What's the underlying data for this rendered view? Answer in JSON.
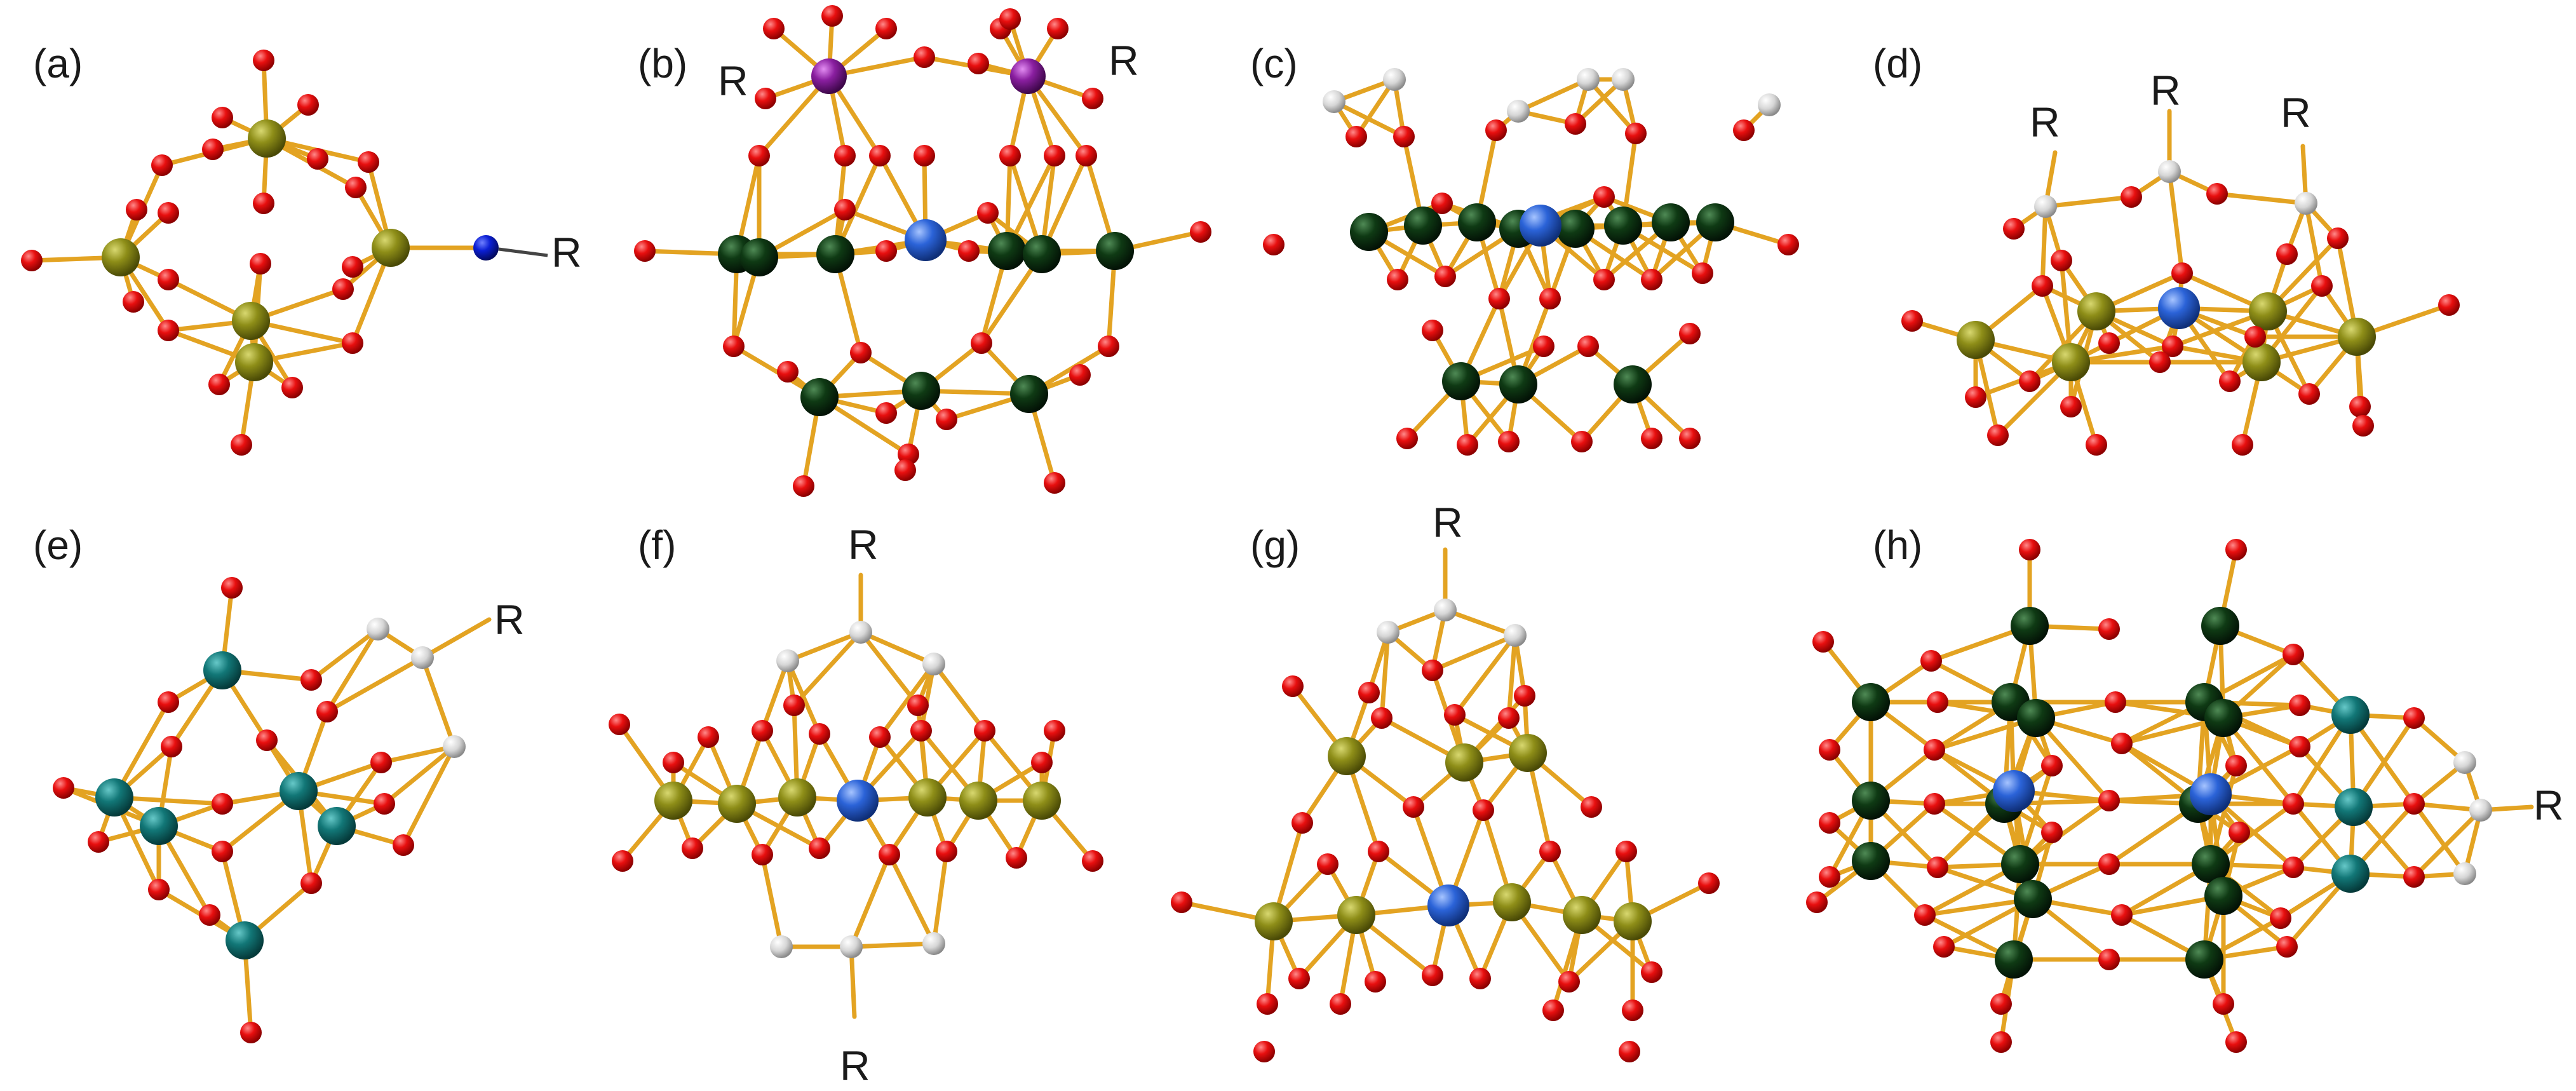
{
  "panels": [
    {
      "label": "(a)",
      "r_labels": [
        "R"
      ]
    },
    {
      "label": "(b)",
      "r_labels": [
        "R",
        "R"
      ]
    },
    {
      "label": "(c)",
      "r_labels": []
    },
    {
      "label": "(d)",
      "r_labels": [
        "R",
        "R",
        "R"
      ]
    },
    {
      "label": "(e)",
      "r_labels": [
        "R"
      ]
    },
    {
      "label": "(f)",
      "r_labels": [
        "R",
        "R"
      ]
    },
    {
      "label": "(g)",
      "r_labels": [
        "R"
      ]
    },
    {
      "label": "(h)",
      "r_labels": [
        "R"
      ]
    }
  ],
  "atom_colors": {
    "oxygen": "#e80f0f",
    "metal_olive": "#8e8e18",
    "metal_darkgreen": "#0f3a14",
    "metal_teal": "#127777",
    "heteroatom_blue": "#2b63d8",
    "nitrogen_blue": "#0b1fd4",
    "phosphorus_purple": "#8a1fa0",
    "carbon_white": "#d6d6d6",
    "bond": "#e3a322"
  }
}
